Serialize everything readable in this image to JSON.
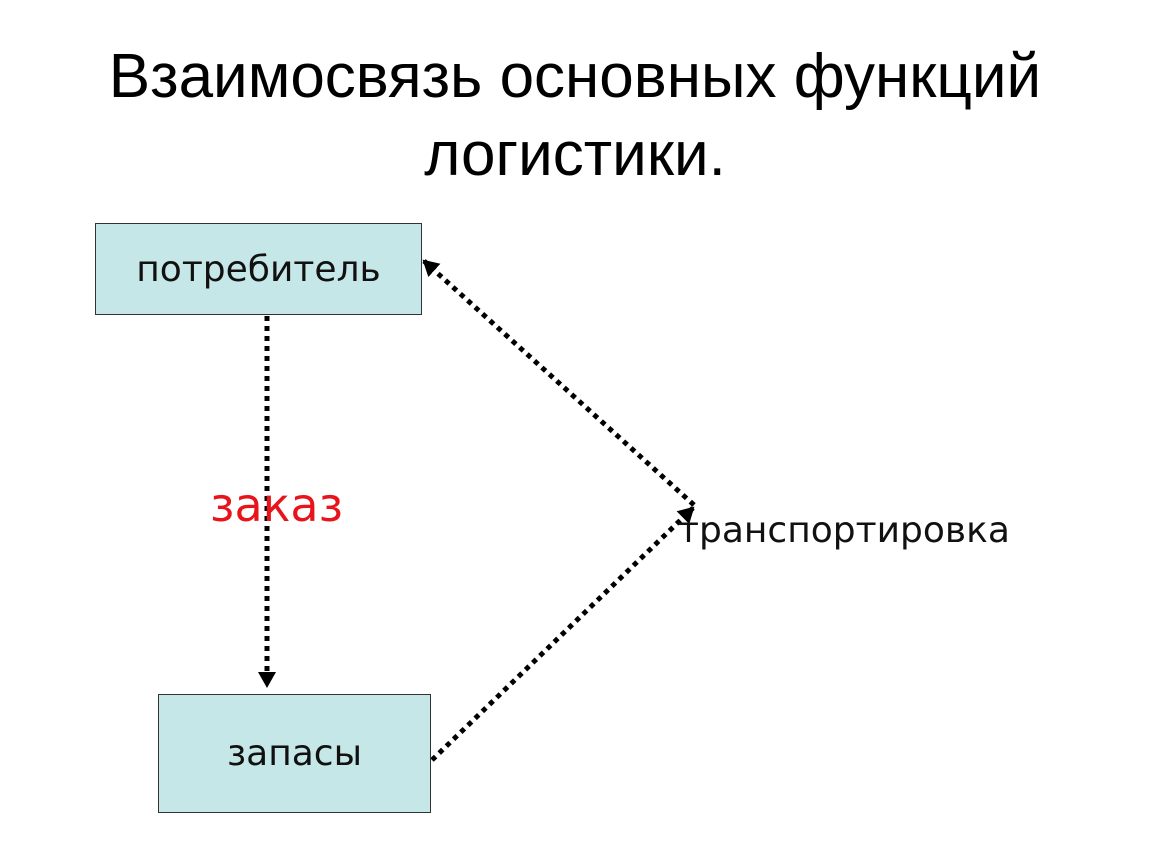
{
  "title": {
    "line1": "Взаимосвязь основных функций",
    "line2": "логистики."
  },
  "nodes": {
    "consumer": "потребитель",
    "stock": "запасы",
    "transport": "транспортировка"
  },
  "edges": {
    "order": "заказ"
  },
  "colors": {
    "box_fill": "#c6e7e7",
    "order_text": "#e8141b",
    "arrow": "#000000"
  }
}
